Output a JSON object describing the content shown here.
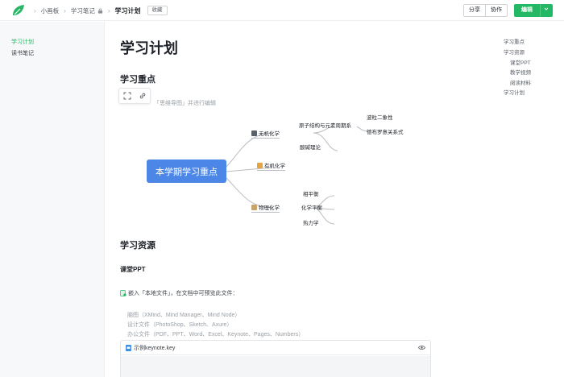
{
  "header": {
    "breadcrumbs": [
      "小画板",
      "学习笔记",
      "学习计划"
    ],
    "fav_label": "收藏",
    "share_label": "分享",
    "collab_label": "协作",
    "edit_label": "编辑",
    "brand_color": "#25b864"
  },
  "sidebar": {
    "items": [
      {
        "label": "学习计划",
        "active": true
      },
      {
        "label": "读书笔记",
        "active": false
      }
    ]
  },
  "doc": {
    "title": "学习计划",
    "section1": "学习重点",
    "caption": "「思维导图」并进行编辑",
    "section2": "学习资源",
    "subsection1": "课堂PPT",
    "embed_intro": "嵌入「本地文件」，在文档中可预览此文件：",
    "file_types": [
      "脑图（XMind、Mind Manager、Mind Node）",
      "设计文件（PhotoShop、Sketch、Axure）",
      "办公文件（PDF、PPT、Word、Excel、Keynote、Pages、Numbers）"
    ],
    "embed_file": "示例keynote.key"
  },
  "mindmap": {
    "root": "本学期学习重点",
    "root_color": "#4c87e8",
    "branches": {
      "inorganic": "无机化学",
      "organic": "有机化学",
      "physical": "物理化学",
      "structure": "原子结构与元素周期系",
      "acid_base": "酸碱理论",
      "wave": "波粒二象性",
      "pauli": "德布罗意关系式",
      "equilibrium": "相平衡",
      "chem_eq": "化学平衡",
      "thermo": "热力学"
    }
  },
  "toc": {
    "items": [
      {
        "label": "学习重点",
        "level": 1
      },
      {
        "label": "学习资源",
        "level": 1
      },
      {
        "label": "课堂PPT",
        "level": 2
      },
      {
        "label": "教学视频",
        "level": 2
      },
      {
        "label": "阅读材料",
        "level": 2
      },
      {
        "label": "学习计划",
        "level": 1
      }
    ]
  }
}
